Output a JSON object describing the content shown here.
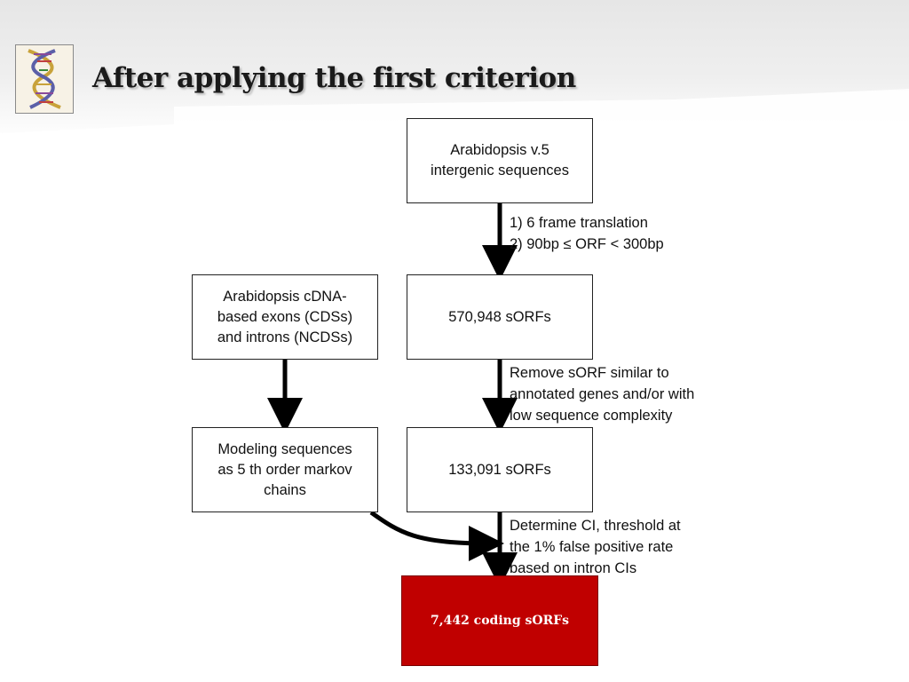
{
  "slide": {
    "title": "After applying the first criterion",
    "logo_icon": "dna-helix-icon"
  },
  "flowchart": {
    "nodes": {
      "intergenic": "Arabidopsis v.5\nintergenic sequences",
      "sorfs_all": "570,948 sORFs",
      "sorfs_filtered": "133,091 sORFs",
      "cdna": "Arabidopsis cDNA-\nbased exons (CDSs)\nand introns (NCDSs)",
      "markov": "Modeling sequences\nas 5 th order markov\nchains",
      "result": "7,442 coding sORFs"
    },
    "steps": {
      "translation": "1) 6 frame translation\n2) 90bp ≤ ORF < 300bp",
      "remove_similar": "Remove sORF similar to\nannotated genes and/or with\nlow sequence complexity",
      "determine_ci": "Determine CI, threshold at\nthe 1% false positive rate\nbased on intron CIs"
    }
  },
  "colors": {
    "result_fill": "#c00000",
    "result_text": "#ffffff",
    "arrow": "#000000"
  }
}
